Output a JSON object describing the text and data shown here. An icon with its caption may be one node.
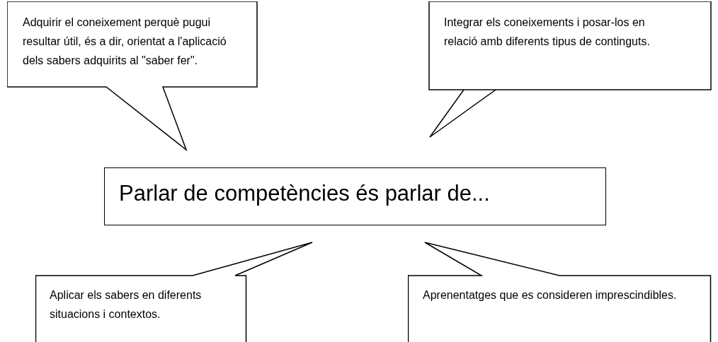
{
  "diagram": {
    "nodes": [
      {
        "text": [
          "Adquirir el coneixement perquè pugui resultar útil, és a dir, orientat a l'aplicació dels sabers adquirits al \"saber fer\"."
        ]
      },
      {
        "text": [
          "Integrar els coneixements i posar-los en relació amb diferents tipus de continguts."
        ]
      },
      {
        "text": [
          "Parlar de competències és parlar de..."
        ]
      },
      {
        "text": [
          "Aplicar els sabers en diferents situacions i contextos."
        ]
      },
      {
        "text": [
          "Aprenentatges que es consideren imprescindibles."
        ]
      }
    ]
  }
}
